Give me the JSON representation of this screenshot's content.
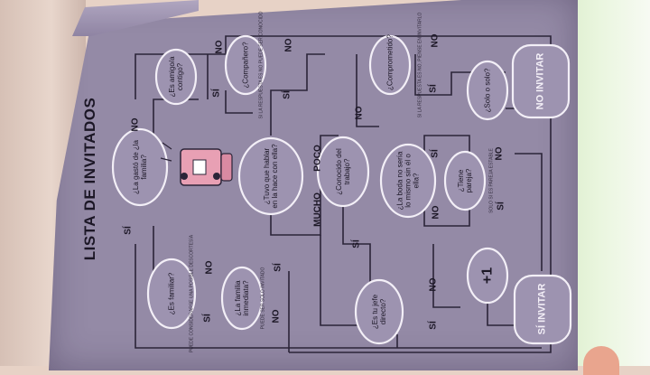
{
  "title": "LISTA DE INVITADOS",
  "bubbles": {
    "cafe": "¿La gastó de ¿la familia?",
    "amigo": "¿Es amigo/a contigo?",
    "companero": "¿Compañero?",
    "tiempo_sin_hablar": "¿Tuvo que hablar en la hace con ella?",
    "compromiso": "¿Comprometido?",
    "solo": "¿Solo o solo?",
    "conocido": "¿Conocido del trabajo?",
    "boda": "¿La boda no sería lo mismo sin él o ella?",
    "pareja": "¿Tiene pareja?",
    "familiar": "¿Es familiar?",
    "inmediata": "¿La familia inmediata?",
    "jefe": "¿Es tu jefe directo?",
    "plus_one": "+1",
    "no_invitar": "NO INVITAR",
    "si_invitar": "SÍ INVITAR"
  },
  "answers": {
    "si": "SÍ",
    "no": "NO",
    "mucho": "MUCHO",
    "poco": "POCO"
  },
  "footnotes": {
    "f1": "SI LA RESPUESTA ES NO PUEDE SER CONOCIDO",
    "f2": "PUEDE CONSIDERARSE UNA POSIBLE DESCORTESÍA",
    "f3": "PUEDE SER SOLO INVITADO",
    "f4": "SOLO SI ES PAREJA ESTABLE",
    "f5": "SI LA RESPUESTA ES NO, PIENSE EN INVITARLO"
  },
  "colors": {
    "page": "#948aa6",
    "cloud_border": "#f3eff7",
    "ink": "#1c1726",
    "cake_pink": "#e8a0b4"
  }
}
